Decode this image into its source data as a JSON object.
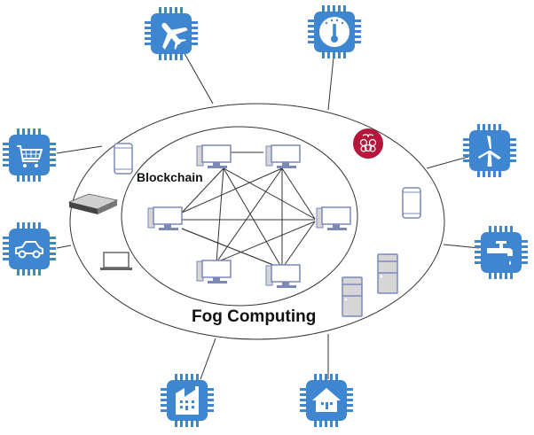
{
  "labels": {
    "outer": "Fog Computing",
    "inner": "Blockchain"
  },
  "colors": {
    "chip": "#3f86d1",
    "chip_icon": "#ffffff",
    "raspberry": "#b5163b",
    "device_stroke": "#7a89b8",
    "device_fill": "#d6d6d6",
    "line": "#333333"
  },
  "iot_devices": [
    {
      "name": "airplane",
      "icon": "airplane-icon"
    },
    {
      "name": "thermometer",
      "icon": "thermometer-icon"
    },
    {
      "name": "shopping-cart",
      "icon": "shopping-cart-icon"
    },
    {
      "name": "wind-turbine",
      "icon": "wind-turbine-icon"
    },
    {
      "name": "car",
      "icon": "car-icon"
    },
    {
      "name": "water-tap",
      "icon": "water-tap-icon"
    },
    {
      "name": "factory",
      "icon": "factory-icon"
    },
    {
      "name": "home",
      "icon": "home-icon"
    }
  ],
  "fog_devices": [
    "tablet",
    "router",
    "laptop",
    "raspberry-pi",
    "tablet",
    "server",
    "server"
  ],
  "blockchain_nodes": 6
}
